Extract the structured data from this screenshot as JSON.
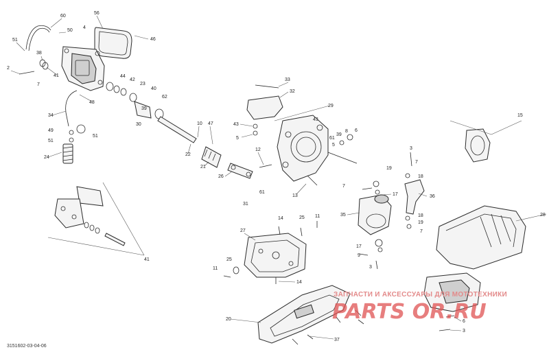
{
  "diagram": {
    "callouts": [
      {
        "id": "c60",
        "label": "60"
      },
      {
        "id": "c56",
        "label": "56"
      },
      {
        "id": "c4a",
        "label": "4"
      },
      {
        "id": "c50",
        "label": "50"
      },
      {
        "id": "c46",
        "label": "46"
      },
      {
        "id": "c51a",
        "label": "51"
      },
      {
        "id": "c38",
        "label": "38"
      },
      {
        "id": "c2",
        "label": "2"
      },
      {
        "id": "c7a",
        "label": "7"
      },
      {
        "id": "c41a",
        "label": "41"
      },
      {
        "id": "c44",
        "label": "44"
      },
      {
        "id": "c42",
        "label": "42"
      },
      {
        "id": "c23",
        "label": "23"
      },
      {
        "id": "c40",
        "label": "40"
      },
      {
        "id": "c62",
        "label": "62"
      },
      {
        "id": "c48",
        "label": "48"
      },
      {
        "id": "c34",
        "label": "34"
      },
      {
        "id": "c39",
        "label": "39"
      },
      {
        "id": "c30",
        "label": "30"
      },
      {
        "id": "c49",
        "label": "49"
      },
      {
        "id": "c51b",
        "label": "51"
      },
      {
        "id": "c51c",
        "label": "51"
      },
      {
        "id": "c24",
        "label": "24"
      },
      {
        "id": "c10",
        "label": "10"
      },
      {
        "id": "c47",
        "label": "47"
      },
      {
        "id": "c22",
        "label": "22"
      },
      {
        "id": "c21",
        "label": "21"
      },
      {
        "id": "c33",
        "label": "33"
      },
      {
        "id": "c32",
        "label": "32"
      },
      {
        "id": "c29",
        "label": "29"
      },
      {
        "id": "c43a",
        "label": "43"
      },
      {
        "id": "c5a",
        "label": "5"
      },
      {
        "id": "c43b",
        "label": "43"
      },
      {
        "id": "c39b",
        "label": "39"
      },
      {
        "id": "c8",
        "label": "8"
      },
      {
        "id": "c6a",
        "label": "6"
      },
      {
        "id": "c61a",
        "label": "61"
      },
      {
        "id": "c5b",
        "label": "5"
      },
      {
        "id": "c12",
        "label": "12"
      },
      {
        "id": "c26",
        "label": "26"
      },
      {
        "id": "c61b",
        "label": "61"
      },
      {
        "id": "c31",
        "label": "31"
      },
      {
        "id": "c13",
        "label": "13"
      },
      {
        "id": "c15",
        "label": "15"
      },
      {
        "id": "c3a",
        "label": "3"
      },
      {
        "id": "c19a",
        "label": "19"
      },
      {
        "id": "c7b",
        "label": "7"
      },
      {
        "id": "c18a",
        "label": "18"
      },
      {
        "id": "c7c",
        "label": "7"
      },
      {
        "id": "c17a",
        "label": "17"
      },
      {
        "id": "c36",
        "label": "36"
      },
      {
        "id": "c35",
        "label": "35"
      },
      {
        "id": "c28",
        "label": "28"
      },
      {
        "id": "c18b",
        "label": "18"
      },
      {
        "id": "c19b",
        "label": "19"
      },
      {
        "id": "c7d",
        "label": "7"
      },
      {
        "id": "c17b",
        "label": "17"
      },
      {
        "id": "c9",
        "label": "9"
      },
      {
        "id": "c3b",
        "label": "3"
      },
      {
        "id": "c27",
        "label": "27"
      },
      {
        "id": "c14a",
        "label": "14"
      },
      {
        "id": "c25a",
        "label": "25"
      },
      {
        "id": "c11",
        "label": "11"
      },
      {
        "id": "c25b",
        "label": "25"
      },
      {
        "id": "c14b",
        "label": "14"
      },
      {
        "id": "c41b",
        "label": "41"
      },
      {
        "id": "c11b",
        "label": "11"
      },
      {
        "id": "c20",
        "label": "20"
      },
      {
        "id": "c37",
        "label": "37"
      },
      {
        "id": "c6b",
        "label": "6"
      },
      {
        "id": "c3c",
        "label": "3"
      }
    ],
    "drawing_code": "3151602-03-04-06"
  },
  "watermark": {
    "tagline": "ЗАПЧАСТИ И АКСЕССУАРЫ ДЛЯ МОТОТЕХНИКИ",
    "logo": "PARTS OR.RU"
  },
  "colors": {
    "line": "#2a2a2a",
    "watermark": "#e05353"
  }
}
